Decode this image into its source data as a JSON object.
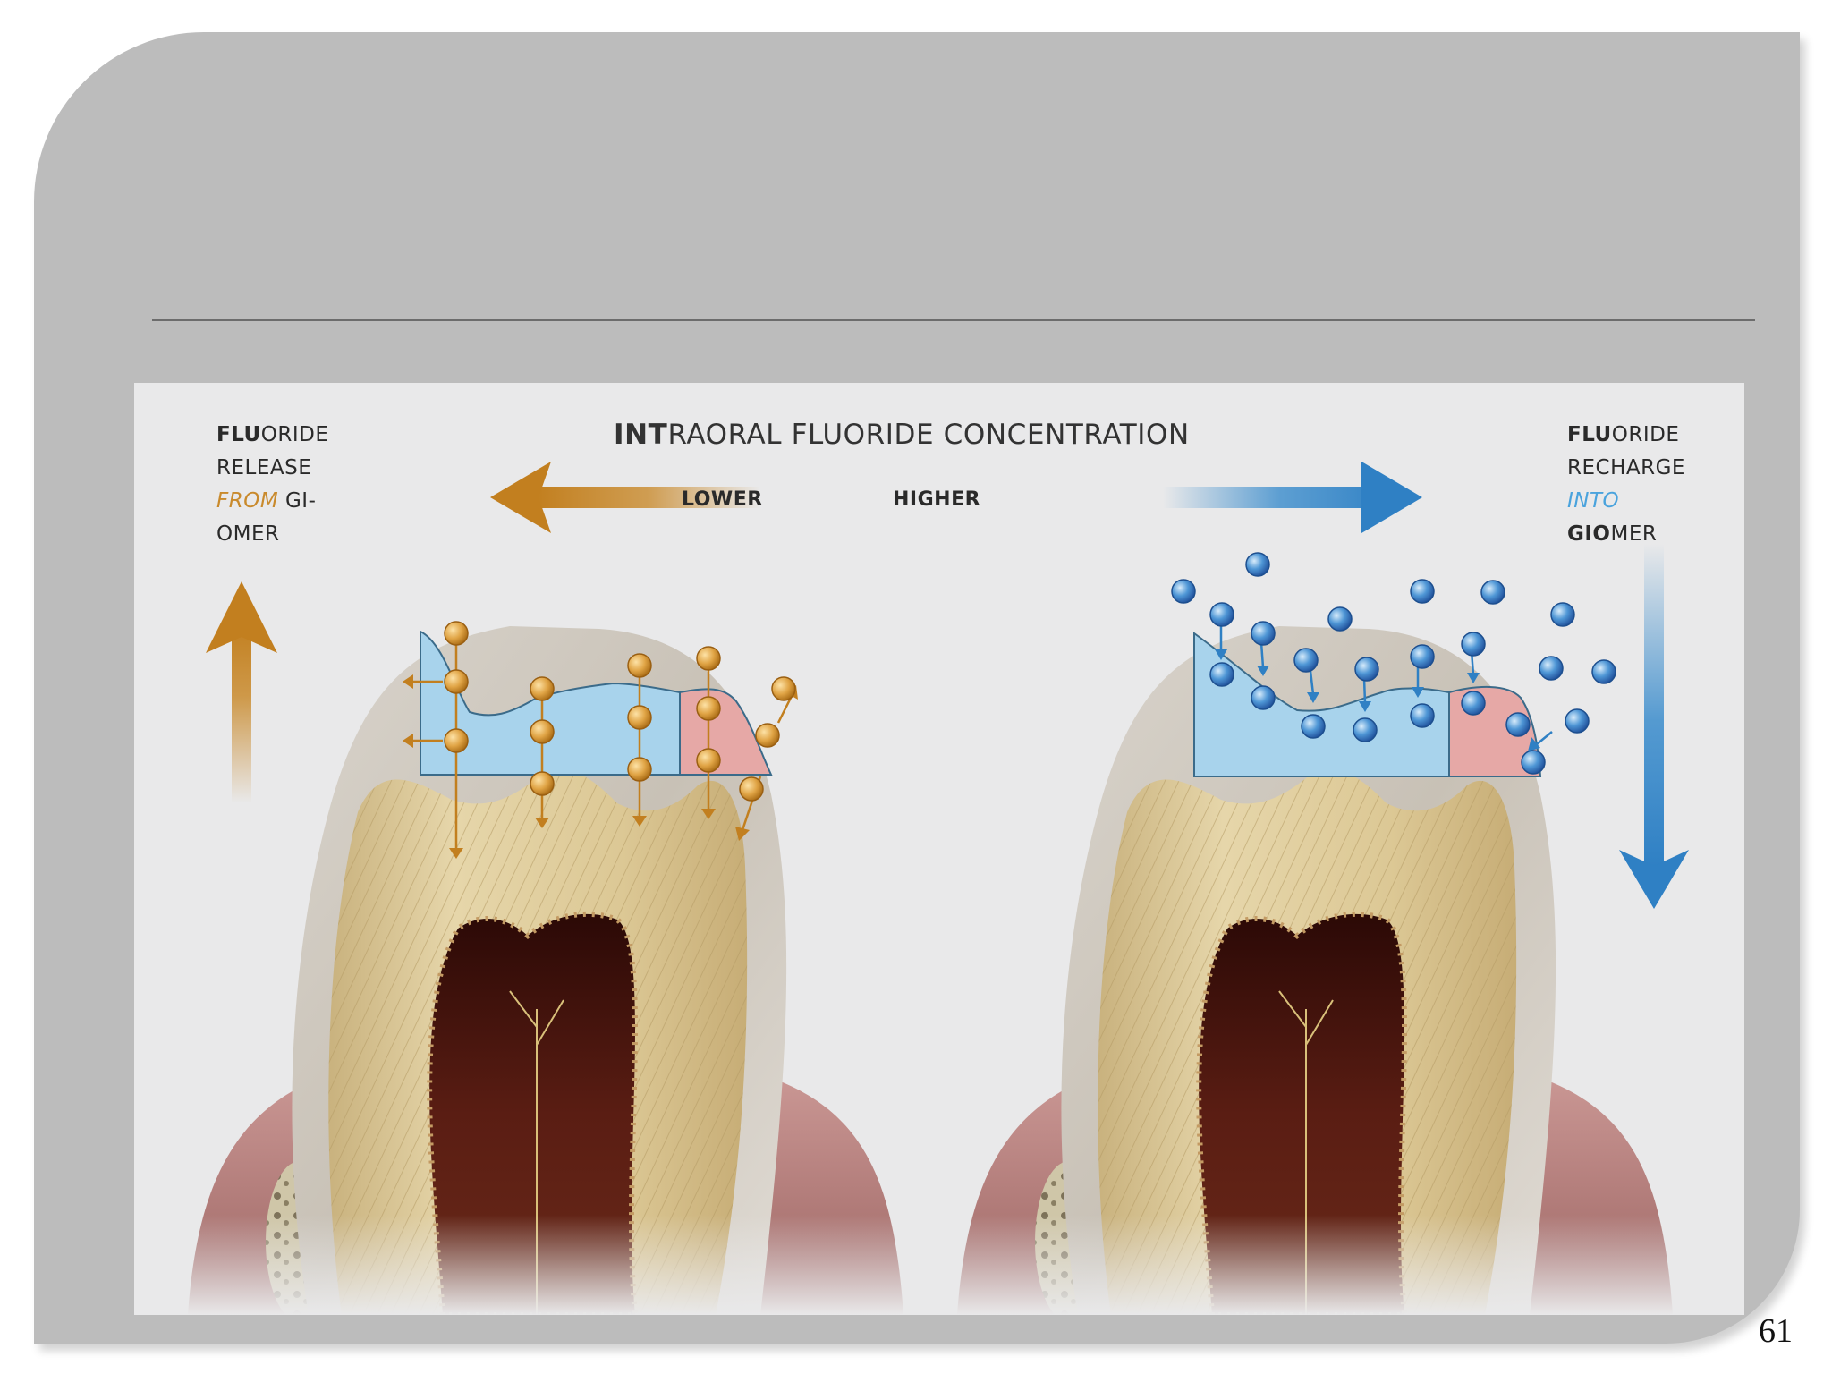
{
  "slide": {
    "page_number": "61"
  },
  "figure": {
    "heading_bold": "INT",
    "heading_rest": "RAORAL FLUORIDE CONCENTRATION",
    "scale_lower": "LOWER",
    "scale_higher": "HIGHER",
    "left_label": {
      "line1_bold": "FLU",
      "line1_rest": "ORIDE",
      "line2": "RELEASE",
      "line3_italic": "FROM",
      "line3_rest": " GI-",
      "line4": "OMER"
    },
    "right_label": {
      "line1_bold": "FLU",
      "line1_rest": "ORIDE",
      "line2": "RECHARGE",
      "line3_italic": "INTO",
      "line4_bold": "GIO",
      "line4_rest": "MER"
    },
    "colors": {
      "release_orange": "#c98a2c",
      "recharge_blue": "#2f86c9",
      "restoration_blue": "#a8d3ec",
      "restoration_pink": "#e6a8a6",
      "dentin": "#d9c79a",
      "pulp": "#4a1510",
      "gum": "#b9837f"
    },
    "icons": [
      "arrow-left-icon",
      "arrow-right-icon",
      "arrow-up-icon",
      "arrow-down-icon",
      "fluoride-ion-icon"
    ]
  }
}
